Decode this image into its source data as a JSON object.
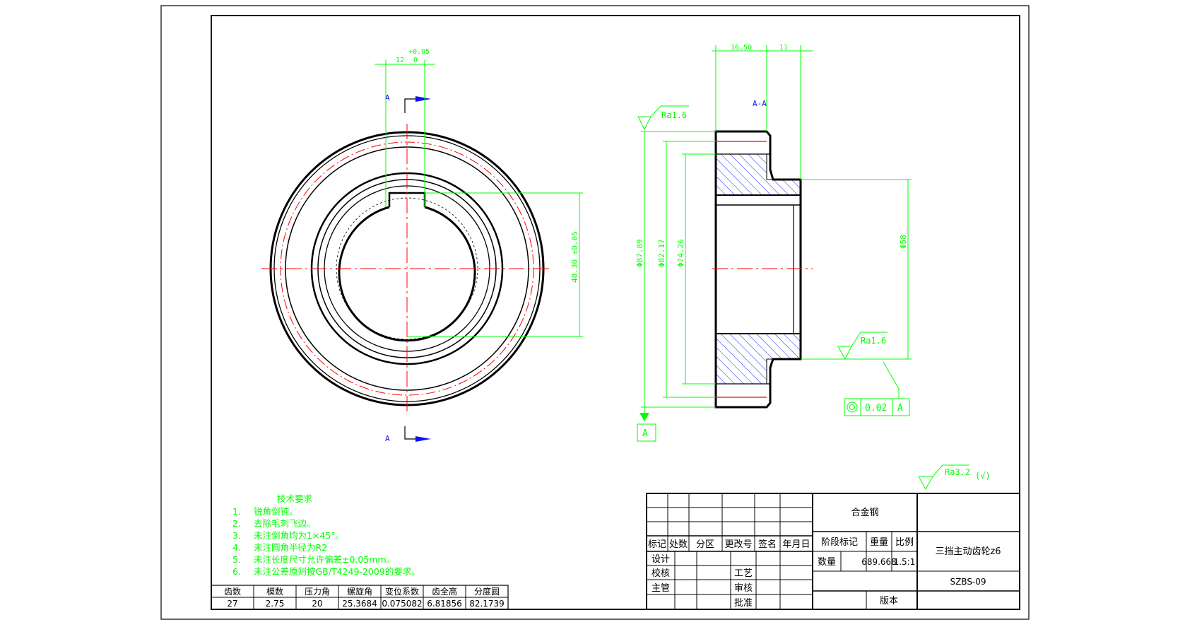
{
  "section_label_left": "A",
  "section_label_view": "A-A",
  "dims": {
    "key_tol": "+0.05",
    "key_w": "12",
    "key_tol0": "0",
    "key_depth": "48.30 ±0.05",
    "w_hub": "16.50",
    "w_flange": "11",
    "d_outer": "Φ87.89",
    "d_root": "Φ82.17",
    "d_inner": "Φ74.26",
    "d_hub": "Φ58"
  },
  "roughness": {
    "ra_top": "Ra1.6",
    "ra_right": "Ra1.6",
    "ra_general": "Ra3.2",
    "ra_general_suffix": "(√)"
  },
  "tolerance_frame": {
    "value": "0.02",
    "datum": "A"
  },
  "datum_label": "A",
  "notes": {
    "title": "技术要求",
    "items": [
      {
        "n": "1.",
        "t": "锐角倒钝。"
      },
      {
        "n": "2.",
        "t": "去除毛刺飞边。"
      },
      {
        "n": "3.",
        "t": "未注倒角均为1×45°。"
      },
      {
        "n": "4.",
        "t": "未注圆角半径为R2"
      },
      {
        "n": "5.",
        "t": "未注长度尺寸允许偏差±0.05mm。"
      },
      {
        "n": "6.",
        "t": "未注公差原则按GB/T4249-2009的要求。"
      }
    ]
  },
  "gear_table": {
    "headers": [
      "齿数",
      "模数",
      "压力角",
      "螺旋角",
      "变位系数",
      "齿全高",
      "分度圆"
    ],
    "values": [
      "27",
      "2.75",
      "20",
      "25.3684",
      "0.075082",
      "6.81856",
      "82.1739"
    ]
  },
  "title_block": {
    "material": "合金钢",
    "rev_headers": [
      "标记",
      "处数",
      "分区",
      "更改号",
      "签名",
      "年月日"
    ],
    "design": "设计",
    "check": "校核",
    "supervisor": "主管",
    "process": "工艺",
    "review": "审核",
    "approve": "批准",
    "stage_mark": "阶段标记",
    "weight": "重量",
    "scale": "比例",
    "quantity": "数量",
    "weight_val": "689.668",
    "scale_val": "1.5:1",
    "part_name": "三挡主动齿轮z6",
    "drawing_no": "SZBS-09",
    "version": "版本"
  }
}
